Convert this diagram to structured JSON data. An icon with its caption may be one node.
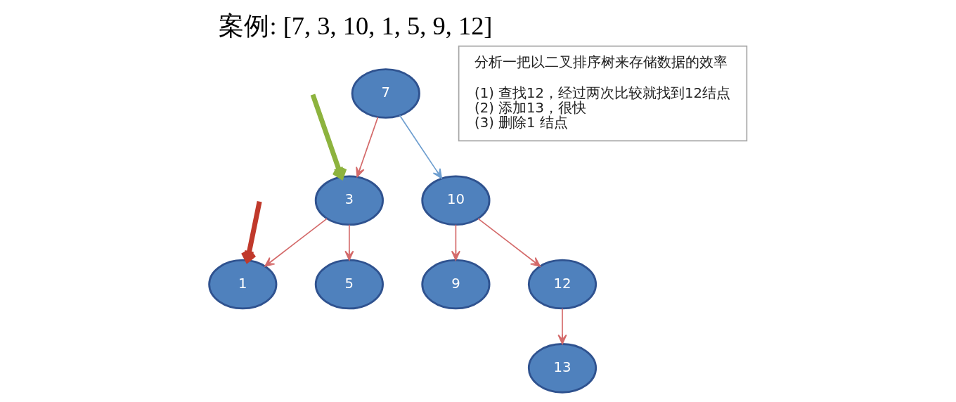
{
  "diagram": {
    "title": "案例: [7, 3, 10, 1, 5, 9, 12]",
    "nodes": [
      {
        "text": [
          "7"
        ]
      },
      {
        "text": [
          "3"
        ]
      },
      {
        "text": [
          "10"
        ]
      },
      {
        "text": [
          "1"
        ]
      },
      {
        "text": [
          "5"
        ]
      },
      {
        "text": [
          "9"
        ]
      },
      {
        "text": [
          "12"
        ]
      },
      {
        "text": [
          "13"
        ]
      },
      {
        "text": [
          "分析一把以二叉排序树来存储数据的效率",
          "(1) 查找12，经过两次比较就找到12结点",
          "(2) 添加13，很快",
          "(3) 删除1 结点"
        ]
      }
    ],
    "edges": [
      {
        "from": 0,
        "to": 1,
        "arrow": "to"
      },
      {
        "from": 0,
        "to": 2,
        "arrow": "to",
        "color": "#6f9fd0"
      },
      {
        "from": 1,
        "to": 3,
        "arrow": "to"
      },
      {
        "from": 1,
        "to": 4,
        "arrow": "to"
      },
      {
        "from": 2,
        "to": 5,
        "arrow": "to"
      },
      {
        "from": 2,
        "to": 6,
        "arrow": "to"
      },
      {
        "from": 6,
        "to": 7,
        "arrow": "to"
      },
      {
        "from": null,
        "to": 1,
        "arrow": "to",
        "style": "thick",
        "color": "#8db33e"
      },
      {
        "from": null,
        "to": 3,
        "arrow": "to",
        "style": "thick",
        "color": "#c0392b"
      }
    ]
  }
}
